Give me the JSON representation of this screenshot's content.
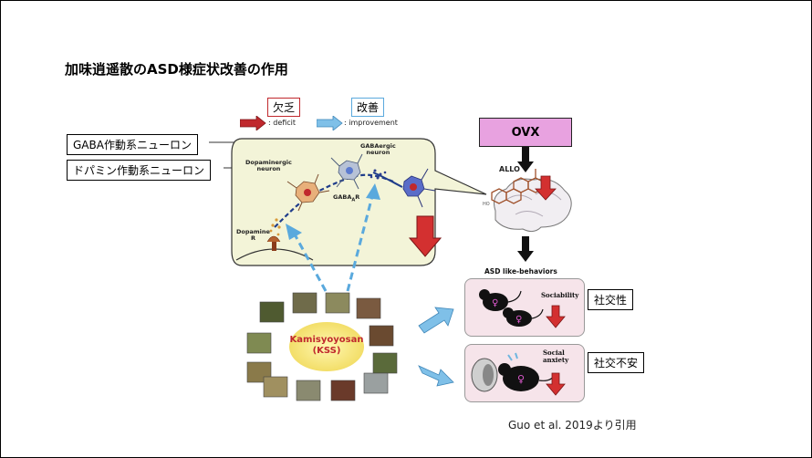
{
  "title": "加味逍遥散のASD様症状改善の作用",
  "legend": {
    "deficit_box": "欠乏",
    "improve_box": "改善",
    "deficit_text": ": deficit",
    "improve_text": ": improvement",
    "deficit_color": "#c0282d",
    "improve_color": "#5aa9dd"
  },
  "side_labels": {
    "gaba": "GABA作動系ニューロン",
    "dopamine": "ドパミン作動系ニューロン"
  },
  "neuron_panel": {
    "dopaminergic": "Dopaminergic\nneuron",
    "gabaergic": "GABAergic\nneuron",
    "dopamine_r": "Dopamine\nR",
    "gabaa_r": "GABA",
    "gabaa_sub": "A",
    "gabaa_suffix": "R",
    "fill": "#f3f4d8"
  },
  "herbs": {
    "name_line1": "Kamisyoyosan",
    "name_line2": "(KSS)"
  },
  "ovx": {
    "label": "OVX",
    "fill": "#e8a2e0",
    "allo": "ALLO"
  },
  "asd": {
    "heading": "ASD like-behaviors",
    "sociability": "Sociability",
    "social_anxiety": "Social\nanxiety",
    "sociability_jp": "社交性",
    "anxiety_jp": "社交不安"
  },
  "citation": "Guo et al. 2019より引用"
}
